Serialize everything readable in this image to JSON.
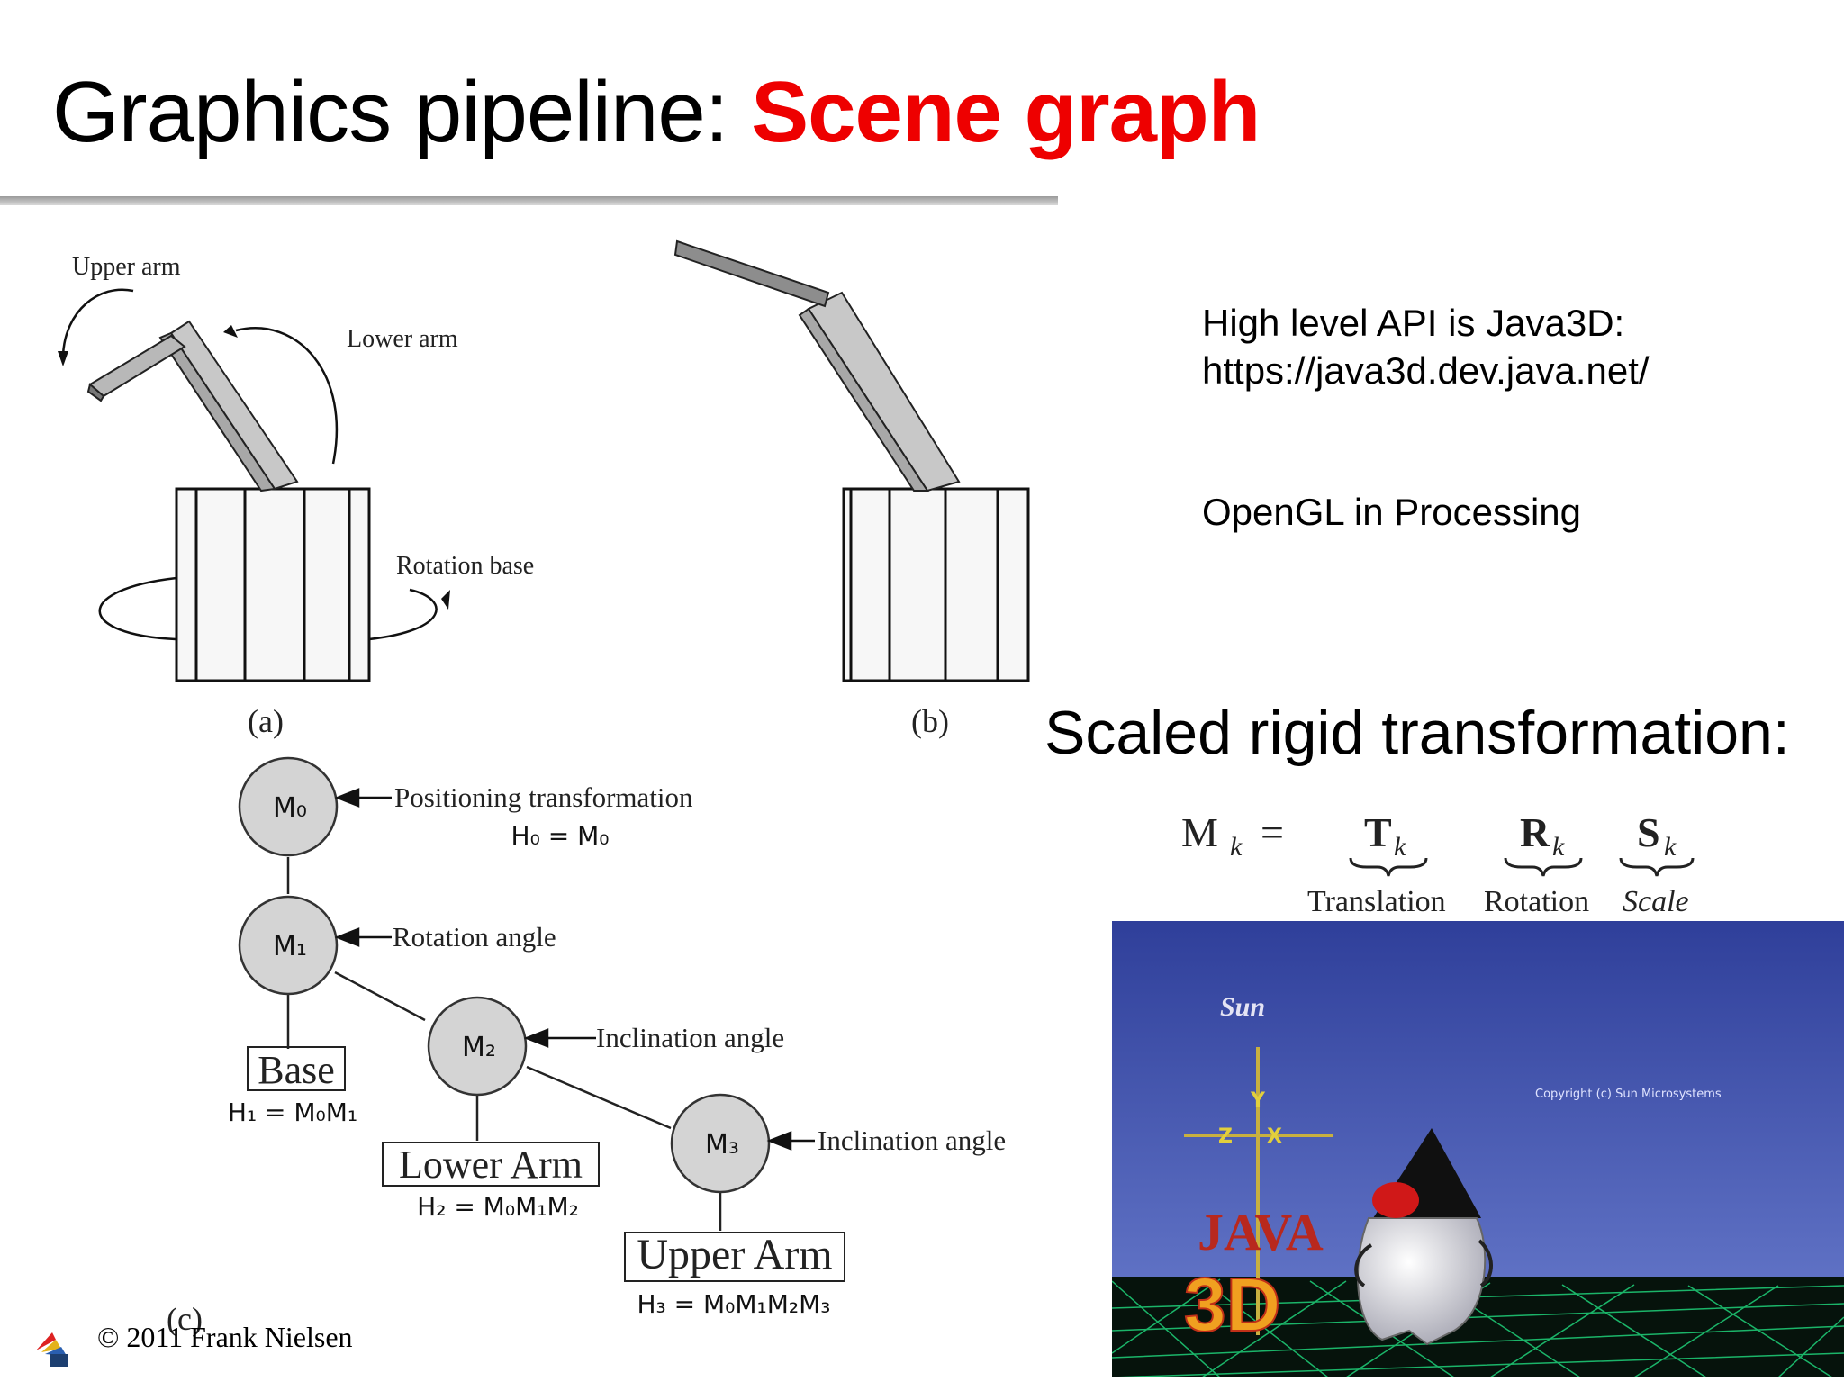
{
  "slide": {
    "title_prefix": "Graphics pipeline: ",
    "title_highlight": "Scene graph",
    "notes": {
      "api_line1": "High level API is Java3D:",
      "api_line2": "https://java3d.dev.java.net/",
      "opengl": "OpenGL in Processing"
    },
    "scaled_heading": "Scaled rigid transformation:",
    "footer": "© 2011 Frank Nielsen",
    "highlight_color": "#ee0000"
  },
  "figure": {
    "arm_labels": {
      "upper_arm": "Upper arm",
      "lower_arm": "Lower arm",
      "rotation_base": "Rotation base"
    },
    "captions": {
      "a": "(a)",
      "b": "(b)",
      "c": "(c)"
    },
    "nodes": [
      {
        "label": "M₀",
        "annotation": "Positioning transformation",
        "equation": "H₀ = M₀"
      },
      {
        "label": "M₁",
        "annotation": "Rotation angle"
      },
      {
        "label": "M₂",
        "annotation": "Inclination angle"
      },
      {
        "label": "M₃",
        "annotation": "Inclination angle"
      }
    ],
    "leaves": [
      {
        "label": "Base",
        "equation": "H₁ = M₀M₁"
      },
      {
        "label": "Lower Arm",
        "equation": "H₂ = M₀M₁M₂"
      },
      {
        "label": "Upper Arm",
        "equation": "H₃ = M₀M₁M₂M₃"
      }
    ]
  },
  "formula": {
    "lhs": "M",
    "lhs_sub": "k",
    "equals": "=",
    "terms": [
      {
        "symbol": "T",
        "sub": "k",
        "label": "Translation"
      },
      {
        "symbol": "R",
        "sub": "k",
        "label": "Rotation"
      },
      {
        "symbol": "S",
        "sub": "k",
        "label": "Scale"
      }
    ]
  },
  "java3d_image": {
    "brand": "Sun",
    "copyright": "Copyright (c) Sun Microsystems",
    "logo_word1": "JAVA",
    "logo_word2": "3D",
    "axis_labels": [
      "Y",
      "Z",
      "X"
    ],
    "sky_color": "#3b4fa8",
    "grid_color": "#1fd27a"
  }
}
